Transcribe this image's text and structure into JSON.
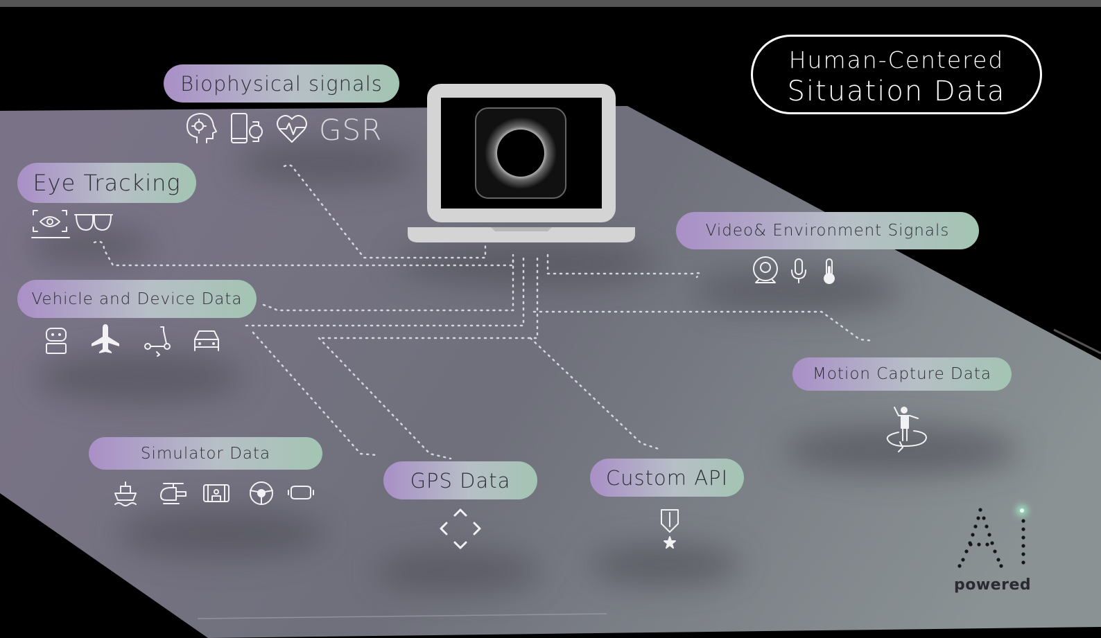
{
  "title": {
    "line1": "Human-Centered",
    "line2": "Situation Data"
  },
  "labels": {
    "biophysical": "Biophysical signals",
    "gsr": "GSR",
    "eye_tracking": "Eye Tracking",
    "vehicle": "Vehicle and Device Data",
    "simulator": "Simulator Data",
    "gps": "GPS Data",
    "custom_api": "Custom API",
    "video": "Video& Environment Signals",
    "motion": "Motion Capture Data"
  },
  "ai_badge": {
    "mark": "AI",
    "caption": "powered"
  },
  "colors": {
    "pill_start": "#a98fc7",
    "pill_mid": "#b7bfc7",
    "pill_end": "#a3c4b3",
    "platform": "#7a7a85",
    "connector": "#dde3ec",
    "icon": "#f2f2f4",
    "accent_glow": "#9ee8c4"
  },
  "icons": {
    "biophysical": [
      "brain-head-icon",
      "smartwatch-icon",
      "heart-rate-icon"
    ],
    "eye_tracking": [
      "eye-screen-icon",
      "glasses-icon"
    ],
    "vehicle": [
      "robot-icon",
      "airplane-icon",
      "scooter-icon",
      "car-icon"
    ],
    "simulator": [
      "ship-icon",
      "helicopter-icon",
      "cockpit-icon",
      "steering-wheel-icon",
      "vr-headset-icon"
    ],
    "video": [
      "webcam-icon",
      "microphone-icon",
      "thermometer-icon"
    ],
    "gps": [
      "focus-arrows-icon"
    ],
    "custom_api": [
      "medal-icon"
    ],
    "motion": [
      "rotating-person-icon"
    ]
  }
}
